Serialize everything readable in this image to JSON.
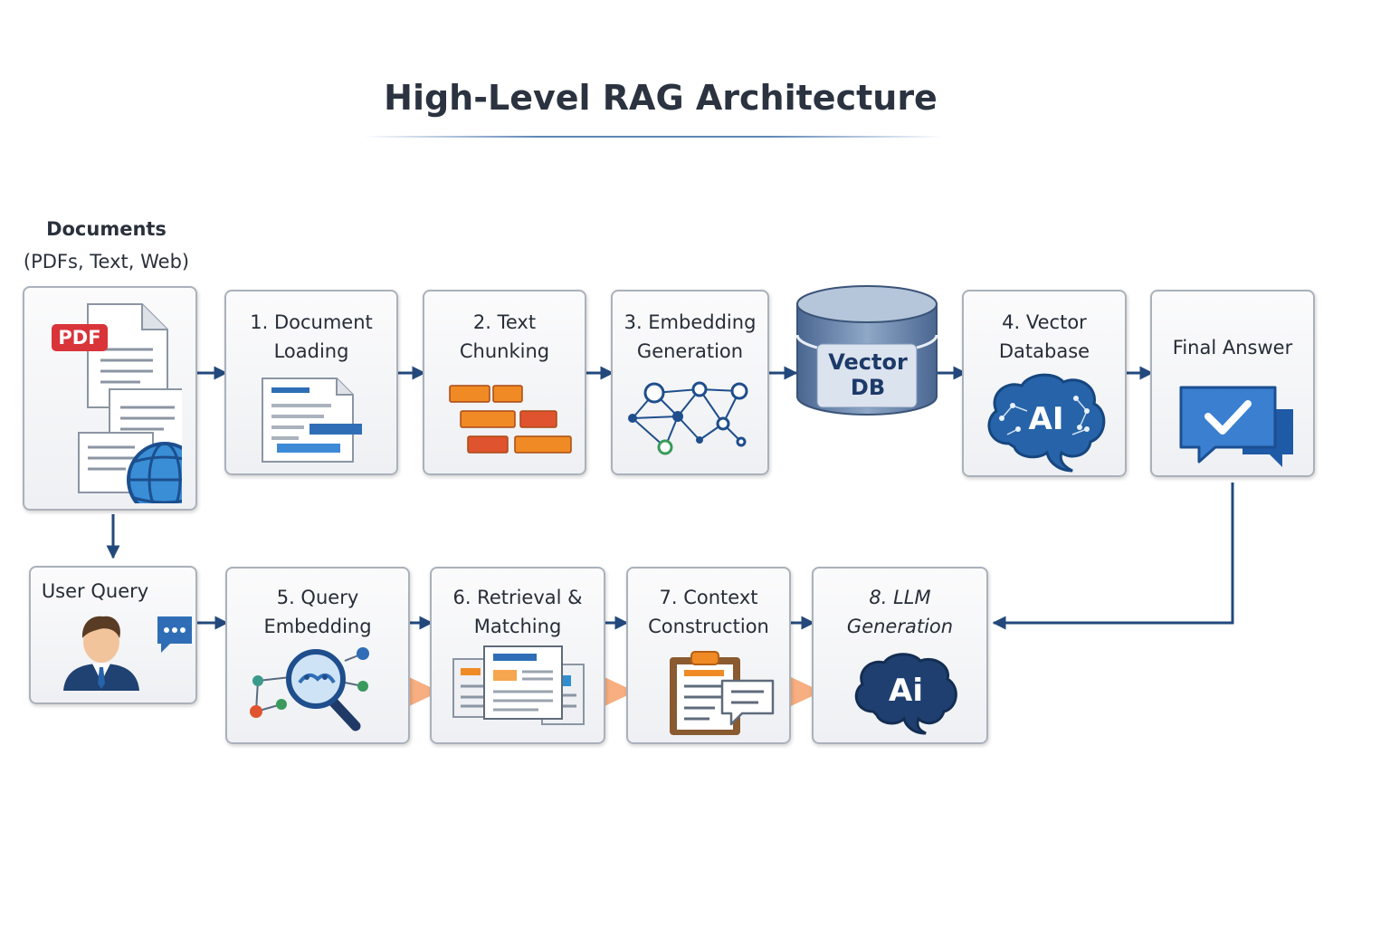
{
  "title": "High-Level RAG Architecture",
  "documents": {
    "label_line1": "Documents",
    "label_line2": "(PDFs, Text, Web)",
    "pdf_badge": "PDF"
  },
  "steps": {
    "document_loading": "1. Document\nLoading",
    "text_chunking": "2. Text\nChunking",
    "embedding_generation": "3. Embedding\nGeneration",
    "vector_db": "Vector\nDB",
    "vector_database": "4. Vector\nDatabase",
    "final_answer": "Final Answer",
    "user_query": "User Query",
    "query_embedding": "5. Query\nEmbedding",
    "retrieval_matching": "6. Retrieval &\nMatching",
    "context_construction": "7. Context\nConstruction",
    "llm_generation": "8. LLM\nGeneration"
  },
  "icons": {
    "brain_top": "AI",
    "brain_bottom": "Ai"
  },
  "colors": {
    "accent_blue": "#1f4e8c",
    "arrow": "#23497c",
    "orange": "#f08a24",
    "red_orange": "#e0532f",
    "pdf_red": "#d9343a"
  }
}
